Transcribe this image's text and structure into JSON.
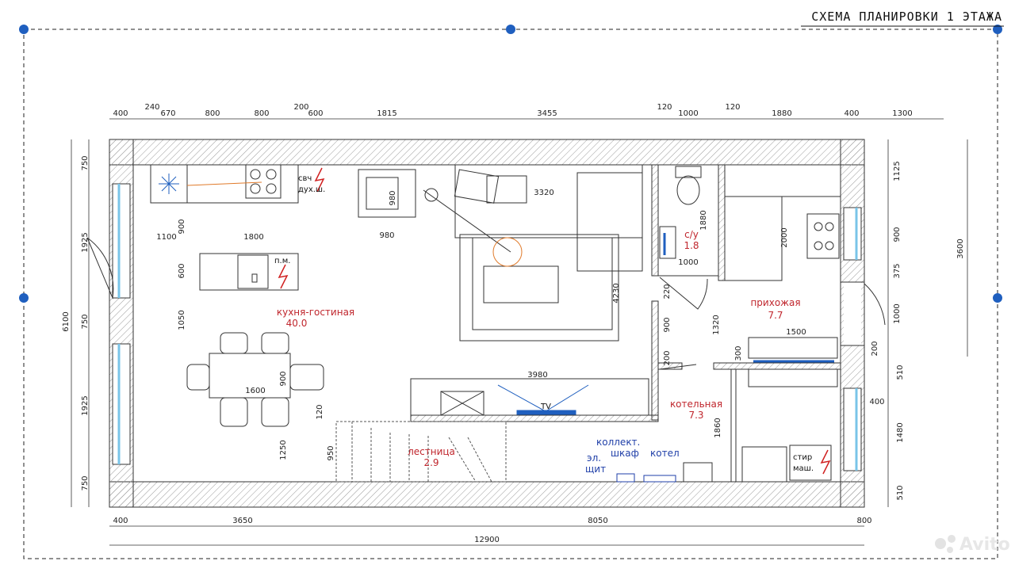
{
  "title": "СХЕМА ПЛАНИРОВКИ 1 ЭТАЖА",
  "watermark": "Avito",
  "rooms": {
    "kitchen_name": "кухня-гостиная",
    "kitchen_area": "40.0",
    "wc_name": "с/у",
    "wc_area": "1.8",
    "hall_name": "прихожая",
    "hall_area": "7.7",
    "boiler_name": "котельная",
    "boiler_area": "7.3",
    "stairs_name": "лестница",
    "stairs_area": "2.9"
  },
  "equipment": {
    "microwave": "свч",
    "oven": "дух.ш.",
    "dishwasher": "п.м.",
    "collector1": "коллект.",
    "collector2": "шкаф",
    "boiler": "котел",
    "panel1": "эл.",
    "panel2": "щит",
    "washer1": "стир",
    "washer2": "маш.",
    "tv": "TV"
  },
  "dims": {
    "top": [
      "400",
      "240",
      "670",
      "800",
      "800",
      "200",
      "600",
      "1815",
      "3455",
      "120",
      "1000",
      "120",
      "1880",
      "400",
      "1300"
    ],
    "bottom": [
      "400",
      "3650",
      "8050",
      "800"
    ],
    "total": "12900",
    "left": [
      "750",
      "1925",
      "750",
      "1925",
      "750"
    ],
    "left_total": "6100",
    "right": [
      "1125",
      "900",
      "375",
      "1000",
      "200",
      "510",
      "400",
      "1480",
      "510"
    ],
    "right_total": "3600",
    "interior": [
      "900",
      "1100",
      "1800",
      "600",
      "1050",
      "1600",
      "900",
      "1250",
      "950",
      "120",
      "3980",
      "4230",
      "3320",
      "980",
      "980",
      "1880",
      "1000",
      "2000",
      "220",
      "900",
      "200",
      "1320",
      "1500",
      "300",
      "1860"
    ]
  }
}
